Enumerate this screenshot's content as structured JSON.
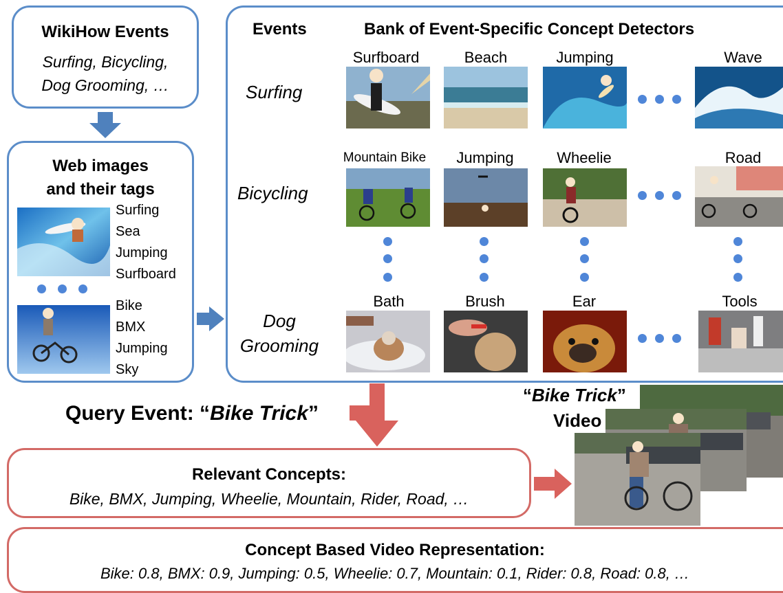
{
  "wikihow": {
    "title": "WikiHow Events",
    "events_line1": "Surfing, Bicycling,",
    "events_line2": "Dog Grooming, …"
  },
  "web": {
    "title_line1": "Web images",
    "title_line2": "and their tags",
    "tags1": [
      "Surfing",
      "Sea",
      "Jumping",
      "Surfboard"
    ],
    "tags2": [
      "Bike",
      "BMX",
      "Jumping",
      "Sky"
    ]
  },
  "bank": {
    "events_header": "Events",
    "title": "Bank of Event-Specific Concept Detectors",
    "rows": [
      {
        "event": "Surfing",
        "concepts": [
          "Surfboard",
          "Beach",
          "Jumping",
          "Wave"
        ]
      },
      {
        "event": "Bicycling",
        "concepts": [
          "Mountain Bike",
          "Jumping",
          "Wheelie",
          "Road"
        ]
      },
      {
        "event_line1": "Dog",
        "event_line2": "Grooming",
        "concepts": [
          "Bath",
          "Brush",
          "Ear",
          "Tools"
        ]
      }
    ]
  },
  "query": {
    "prefix": "Query Event: “",
    "name": "Bike Trick",
    "suffix": "”"
  },
  "video": {
    "open_quote": "“",
    "name": "Bike Trick",
    "close_quote": "”",
    "label": "Video"
  },
  "relevant": {
    "title": "Relevant Concepts:",
    "list": "Bike, BMX, Jumping, Wheelie, Mountain, Rider, Road, …"
  },
  "representation": {
    "title": "Concept Based Video Representation:",
    "values": "Bike: 0.8, BMX: 0.9, Jumping: 0.5, Wheelie: 0.7, Mountain: 0.1, Rider: 0.8, Road: 0.8, …"
  },
  "colors": {
    "blue_border": "#5b8dc9",
    "red_border": "#d36a66",
    "dot_blue": "#4f86d8",
    "arrow_blue": "#4f81bd",
    "arrow_red": "#d9625d"
  }
}
